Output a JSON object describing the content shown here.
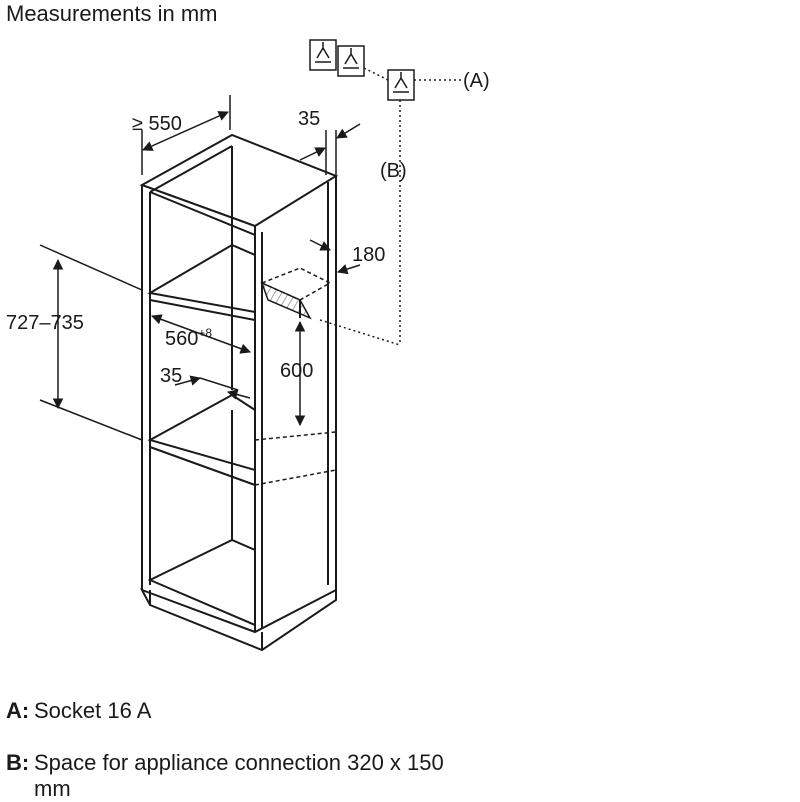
{
  "title": "Measurements in mm",
  "dimensions": {
    "depth": "≥ 550",
    "side_gap": "35",
    "connection_offset": "180",
    "niche_height": "727–735",
    "niche_width": "560",
    "niche_width_tolerance": "+8",
    "shelf_gap": "35",
    "connection_height": "600"
  },
  "callouts": {
    "a": "(A)",
    "b": "(B)"
  },
  "legend": {
    "a_key": "A:",
    "a_text": "Socket 16 A",
    "b_key": "B:",
    "b_text": "Space for appliance connection 320 x 150 mm"
  },
  "colors": {
    "line": "#1a1a1a",
    "hatch": "#888888"
  }
}
